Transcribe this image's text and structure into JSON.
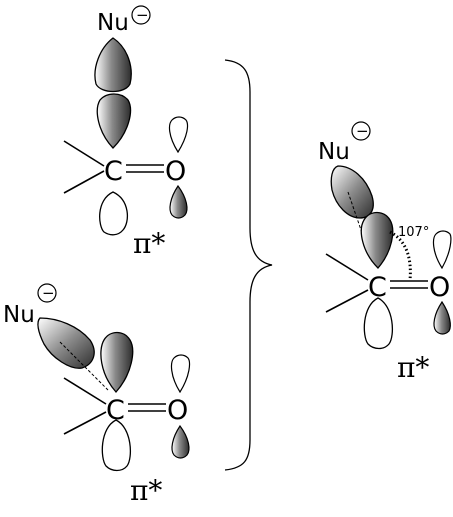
{
  "diagram": {
    "top_panel": {
      "nucleophile": "Nu",
      "charge": "−",
      "carbon": "C",
      "oxygen": "O",
      "orbital_label": "π*"
    },
    "bottom_panel": {
      "nucleophile": "Nu",
      "charge": "−",
      "carbon": "C",
      "oxygen": "O",
      "orbital_label": "π*"
    },
    "right_panel": {
      "nucleophile": "Nu",
      "charge": "−",
      "carbon": "C",
      "oxygen": "O",
      "orbital_label": "π*",
      "angle_label": "107°"
    },
    "colors": {
      "line": "#000000",
      "orbital_fill_light": "#ffffff",
      "orbital_fill_dark": "#3a3a3a"
    }
  }
}
